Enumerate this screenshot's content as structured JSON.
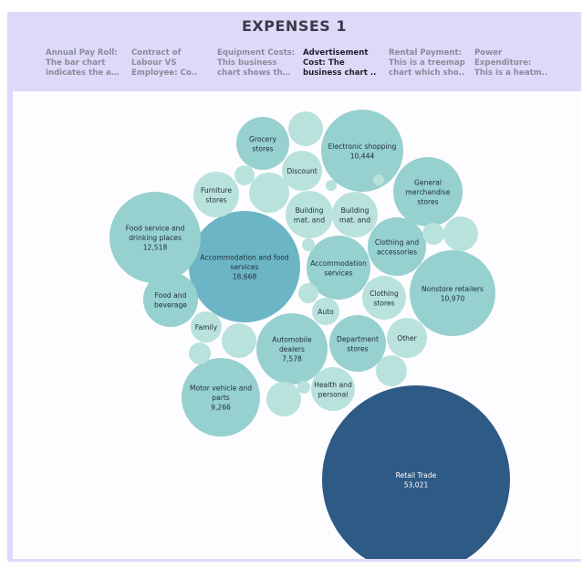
{
  "page": {
    "title": "EXPENSES 1"
  },
  "tabs": [
    {
      "label": "Annual Pay Roll:",
      "desc": "The bar chart",
      "desc2": "indicates the an..",
      "active": false
    },
    {
      "label": "Contract of",
      "desc": "Labour VS",
      "desc2": "Employee:   Co..",
      "active": false
    },
    {
      "label": "Equipment Costs:",
      "desc": "This business",
      "desc2": "chart shows the..",
      "active": false
    },
    {
      "label": "Advertisement",
      "desc": "Cost:       The",
      "desc2": "business chart ..",
      "active": true
    },
    {
      "label": "Rental Payment:",
      "desc": "This is a treemap",
      "desc2": "chart which sho..",
      "active": false
    },
    {
      "label": "Power",
      "desc": "Expenditure:",
      "desc2": "This is a heatm..",
      "active": false
    }
  ],
  "colors": {
    "light": "#b9e2dc",
    "mid": "#96d0cf",
    "strong": "#6cb5c4",
    "dark": "#2e5a86",
    "header": "#dcdaf8"
  },
  "chart_data": {
    "type": "bubble",
    "title": "",
    "nodes": [
      {
        "id": "retail-trade",
        "label": "Retail Trade",
        "value_label": "53,021",
        "value": 53021,
        "tone": "dark"
      },
      {
        "id": "accommodation-food-services",
        "label": "Accommodation and food services",
        "value_label": "18,668",
        "value": 18668,
        "tone": "strong"
      },
      {
        "id": "food-service-drinking",
        "label": "Food service and drinking places",
        "value_label": "12,518",
        "value": 12518,
        "tone": "mid"
      },
      {
        "id": "nonstore-retailers",
        "label": "Nonstore retailers",
        "value_label": "10,970",
        "value": 10970,
        "tone": "mid"
      },
      {
        "id": "electronic-shopping",
        "label": "Electronic shopping",
        "value_label": "10,444",
        "value": 10444,
        "tone": "mid"
      },
      {
        "id": "motor-vehicle-parts",
        "label": "Motor vehicle and parts",
        "value_label": "9,266",
        "value": 9266,
        "tone": "mid"
      },
      {
        "id": "automobile-dealers",
        "label": "Automobile dealers",
        "value_label": "7,578",
        "value": 7578,
        "tone": "mid"
      },
      {
        "id": "general-merchandise",
        "label": "General merchandise stores",
        "value_label": "",
        "tone": "mid"
      },
      {
        "id": "accommodation",
        "label": "Accommodation services",
        "value_label": "",
        "tone": "mid"
      },
      {
        "id": "department-stores",
        "label": "Department stores",
        "value_label": "",
        "tone": "mid"
      },
      {
        "id": "clothing-accessories",
        "label": "Clothing and accessories",
        "value_label": "",
        "tone": "mid"
      },
      {
        "id": "food-beverage",
        "label": "Food and beverage",
        "value_label": "",
        "tone": "mid"
      },
      {
        "id": "grocery-stores",
        "label": "Grocery stores",
        "value_label": "",
        "tone": "mid"
      },
      {
        "id": "building-mat-1",
        "label": "Building mat. and",
        "value_label": "",
        "tone": "light"
      },
      {
        "id": "building-mat-2",
        "label": "Building mat. and",
        "value_label": "",
        "tone": "light"
      },
      {
        "id": "furniture-stores",
        "label": "Furniture stores",
        "value_label": "",
        "tone": "light"
      },
      {
        "id": "clothing-stores",
        "label": "Clothing stores",
        "value_label": "",
        "tone": "light"
      },
      {
        "id": "health-personal",
        "label": "Health and personal",
        "value_label": "",
        "tone": "light"
      },
      {
        "id": "other",
        "label": "Other",
        "value_label": "",
        "tone": "light"
      },
      {
        "id": "discount",
        "label": "Discount",
        "value_label": "",
        "tone": "light"
      },
      {
        "id": "family",
        "label": "Family",
        "value_label": "",
        "tone": "light"
      },
      {
        "id": "auto",
        "label": "Auto",
        "value_label": "",
        "tone": "light"
      },
      {
        "id": "small-1",
        "label": "",
        "value_label": "",
        "tone": "light"
      },
      {
        "id": "small-2",
        "label": "",
        "value_label": "",
        "tone": "light"
      },
      {
        "id": "small-3",
        "label": "",
        "value_label": "",
        "tone": "light"
      },
      {
        "id": "small-4",
        "label": "",
        "value_label": "",
        "tone": "light"
      },
      {
        "id": "small-5",
        "label": "",
        "value_label": "",
        "tone": "light"
      },
      {
        "id": "small-6",
        "label": "",
        "value_label": "",
        "tone": "light"
      },
      {
        "id": "small-7",
        "label": "",
        "value_label": "",
        "tone": "light"
      },
      {
        "id": "small-8",
        "label": "",
        "value_label": "",
        "tone": "light"
      },
      {
        "id": "small-9",
        "label": "",
        "value_label": "",
        "tone": "light"
      },
      {
        "id": "small-10",
        "label": "",
        "value_label": "",
        "tone": "light"
      },
      {
        "id": "small-11",
        "label": "",
        "value_label": "",
        "tone": "light"
      },
      {
        "id": "small-12",
        "label": "",
        "value_label": "",
        "tone": "light"
      },
      {
        "id": "small-13",
        "label": "",
        "value_label": "",
        "tone": "light"
      },
      {
        "id": "small-14",
        "label": "",
        "value_label": "",
        "tone": "light"
      }
    ]
  }
}
